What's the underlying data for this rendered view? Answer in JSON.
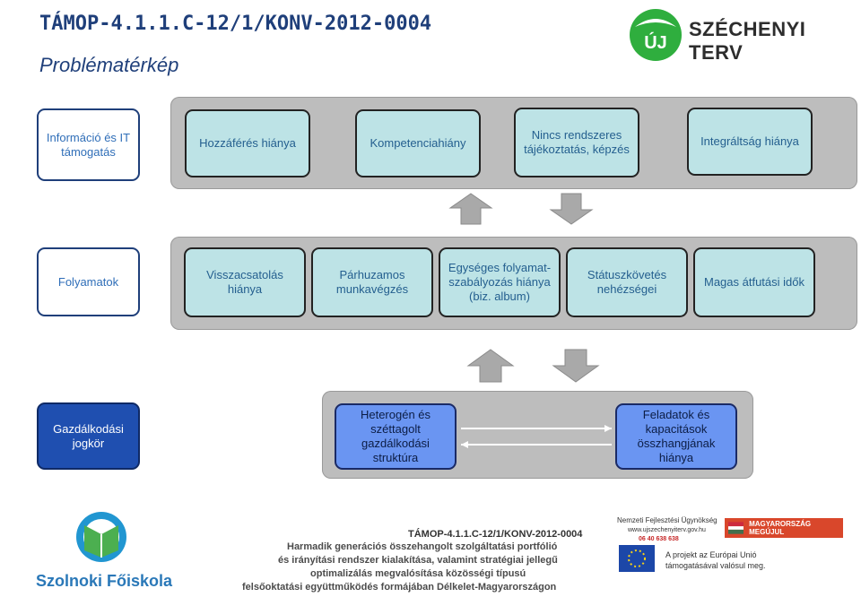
{
  "header": {
    "title": "TÁMOP-4.1.1.C-12/1/KONV-2012-0004",
    "subtitle": "Problématérkép",
    "logo_text": "SZÉCHENYI TERV",
    "logo_badge": "ÚJ"
  },
  "rows": [
    {
      "category": "Információ és IT támogatás",
      "items": [
        "Hozzáférés hiánya",
        "Kompetenciahiány",
        "Nincs rendszeres tájékoztatás, képzés",
        "Integráltság hiánya"
      ]
    },
    {
      "category": "Folyamatok",
      "items": [
        "Visszacsatolás hiánya",
        "Párhuzamos munkavégzés",
        "Egységes folyamat-szabályozás hiánya (biz. album)",
        "Státuszkövetés nehézségei",
        "Magas átfutási idők"
      ]
    },
    {
      "category": "Gazdálkodási jogkör",
      "items": [
        "Heterogén és széttagolt gazdálkodási struktúra",
        "Feladatok és kapacitások összhangjának hiánya"
      ]
    }
  ],
  "footer": {
    "school": "Szolnoki Főiskola",
    "project": "TÁMOP-4.1.1.C-12/1/KONV-2012-0004",
    "line1": "Harmadik generációs összehangolt szolgáltatási portfólió",
    "line2": "és irányítási rendszer kialakítása, valamint stratégiai jellegű",
    "line3": "optimalizálás megvalósítása közösségi típusú",
    "line4": "felsőoktatási együttműködés formájában Délkelet-Magyarországon",
    "nfu1": "Nemzeti Fejlesztési Ügynökség",
    "nfu2": "www.ujszechenyiterv.gov.hu",
    "nfu3": "06 40 638 638",
    "hungary": "MAGYARORSZÁG MEGÚJUL",
    "eu1": "A projekt az Európai Unió",
    "eu2": "támogatásával valósul meg."
  },
  "colors": {
    "title": "#1f3f7a",
    "teal": "#bde3e6",
    "band": "#bdbdbd",
    "blue": "#6a95f2",
    "dark_blue": "#1f4fb0"
  }
}
